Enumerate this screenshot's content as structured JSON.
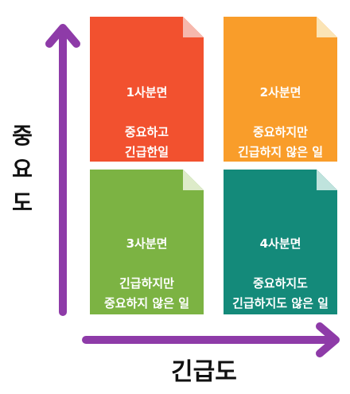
{
  "axes": {
    "y_label": "중\n요\n도",
    "x_label": "긴급도",
    "color": "#8E3BA8"
  },
  "quadrants": [
    {
      "id": "q1",
      "title": "1사분면",
      "text": "중요하고\n긴급한일",
      "color": "#F2512F",
      "fold_color": "#F6B8AD"
    },
    {
      "id": "q2",
      "title": "2사분면",
      "text": "중요하지만\n긴급하지 않은 일",
      "color": "#F99D2A",
      "fold_color": "#FBE4B5"
    },
    {
      "id": "q3",
      "title": "3사분면",
      "text": "긴급하지만\n중요하지 않은 일",
      "color": "#7CB343",
      "fold_color": "#DDEBC9"
    },
    {
      "id": "q4",
      "title": "4사분면",
      "text": "중요하지도\n긴급하지도 않은 일",
      "color": "#148A7A",
      "fold_color": "#BFE3DD"
    }
  ]
}
